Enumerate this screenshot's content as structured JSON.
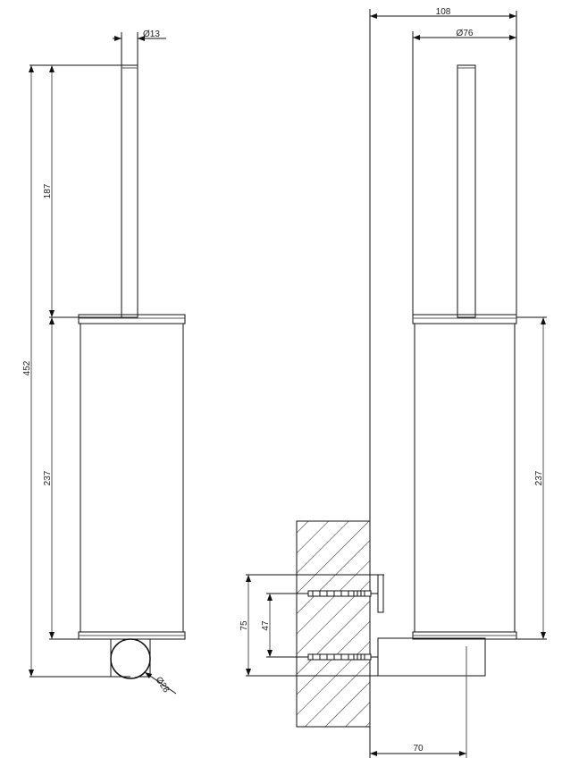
{
  "drawing": {
    "front_view": {
      "handle_diameter": "Ø13",
      "overall_height": "452",
      "handle_length": "187",
      "container_height": "237",
      "bracket_diameter": "Ø28"
    },
    "side_view": {
      "overall_depth": "108",
      "container_diameter": "Ø76",
      "container_height": "237",
      "plate_height": "75",
      "screw_spacing": "47",
      "wall_to_axis": "70"
    }
  }
}
